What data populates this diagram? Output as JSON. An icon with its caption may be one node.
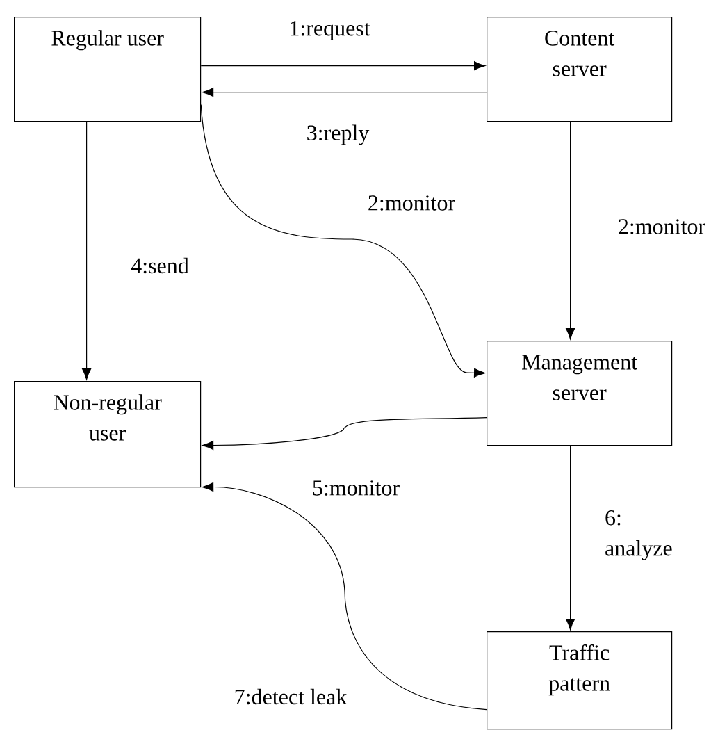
{
  "diagram": {
    "nodes": [
      {
        "text": [
          "Regular user"
        ]
      },
      {
        "text": [
          "Content server"
        ]
      },
      {
        "text": [
          "Management server"
        ]
      },
      {
        "text": [
          "Non-regular user"
        ]
      },
      {
        "text": [
          "Traffic pattern"
        ]
      }
    ],
    "edges": [
      {
        "from": 0,
        "to": 1,
        "arrow": "to",
        "label": "1:request"
      },
      {
        "from": 1,
        "to": 0,
        "arrow": "to",
        "label": "3:reply"
      },
      {
        "from": 0,
        "to": 2,
        "arrow": "to",
        "label": "2:monitor"
      },
      {
        "from": 1,
        "to": 2,
        "arrow": "to",
        "label": "2:monitor"
      },
      {
        "from": 0,
        "to": 3,
        "arrow": "to",
        "label": "4:send"
      },
      {
        "from": 2,
        "to": 3,
        "arrow": "to",
        "label": "5:monitor"
      },
      {
        "from": 2,
        "to": 4,
        "arrow": "to",
        "label": "6: analyze"
      },
      {
        "from": 4,
        "to": 3,
        "arrow": "to",
        "label": "7:detect leak"
      }
    ]
  }
}
